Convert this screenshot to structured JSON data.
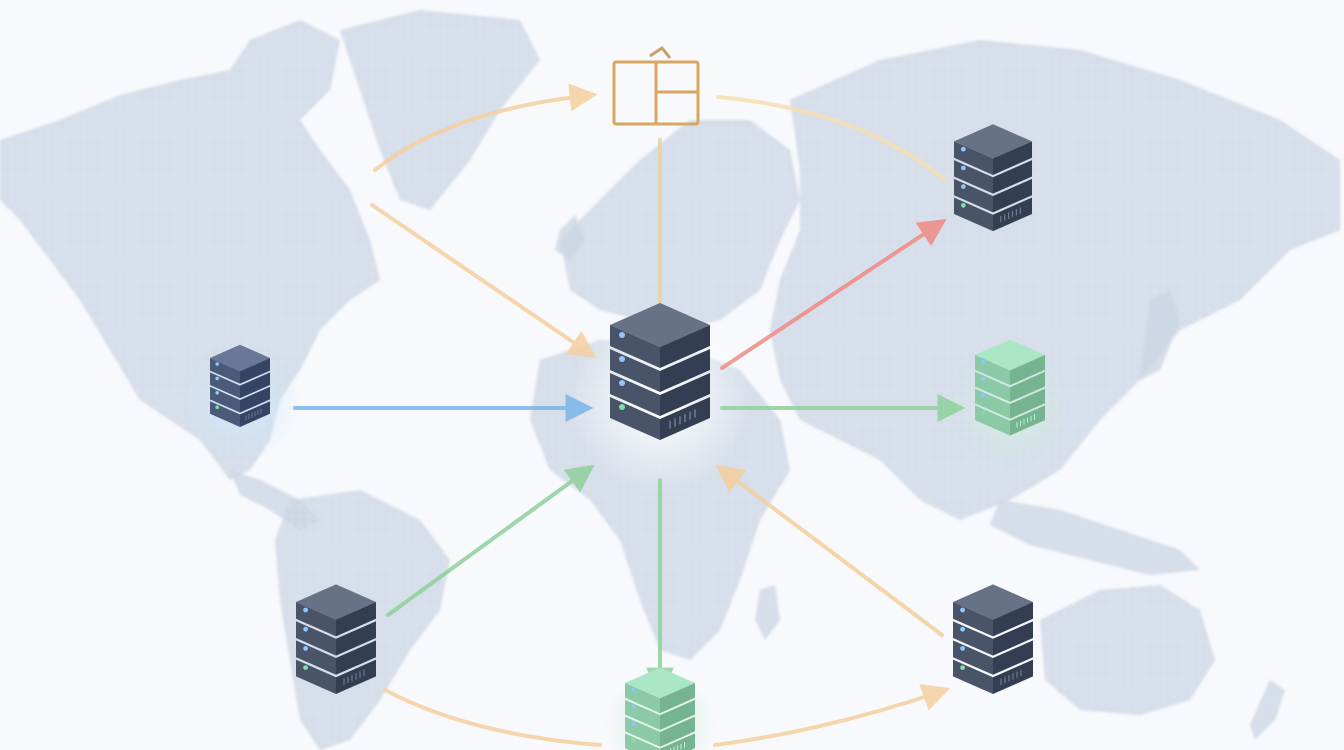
{
  "diagram": {
    "type": "network-topology-on-world-map",
    "background_color": "#f7f9fc",
    "map_color": "#c9d4e3",
    "hub": {
      "id": "hub",
      "icon": "server-rack-icon",
      "color": "#4a5468"
    },
    "nodes": [
      {
        "id": "north-america",
        "icon": "server-rack-icon",
        "color": "#4a5a78",
        "glow": "#a9d3f2"
      },
      {
        "id": "russia",
        "icon": "server-rack-icon",
        "color": "#4a5468"
      },
      {
        "id": "east-asia",
        "icon": "server-rack-icon",
        "color": "#8cc9a7",
        "glow": "#bfe6d2"
      },
      {
        "id": "south-america",
        "icon": "server-rack-icon",
        "color": "#4a5468"
      },
      {
        "id": "australia",
        "icon": "server-rack-icon",
        "color": "#4a5468"
      },
      {
        "id": "south-atlantic",
        "icon": "server-rack-icon",
        "color": "#8cc9a7"
      },
      {
        "id": "arctic-frame",
        "icon": "window-frame-icon",
        "color": "#d9a660"
      }
    ],
    "links": [
      {
        "from": "north-america",
        "to": "hub",
        "color": "#7ab4e8"
      },
      {
        "from": "hub",
        "to": "russia",
        "color": "#ef8a84"
      },
      {
        "from": "hub",
        "to": "east-asia",
        "color": "#8fd19a"
      },
      {
        "from": "south-america",
        "to": "hub",
        "color": "#8fd19a"
      },
      {
        "from": "australia",
        "to": "hub",
        "color": "#f2cf9a"
      },
      {
        "from": "hub",
        "to": "south-atlantic",
        "color": "#8fd19a"
      },
      {
        "from": "north-america-arc",
        "to": "hub",
        "color": "#f5cf9e"
      },
      {
        "from": "north-america-arc",
        "to": "arctic-frame",
        "color": "#f5cf9e"
      },
      {
        "from": "arctic-frame",
        "to": "russia",
        "color": "#f5dfb0"
      },
      {
        "from": "arctic-frame",
        "to": "hub",
        "color": "#e8d2a0"
      },
      {
        "from": "south-america",
        "to": "south-atlantic",
        "color": "#f5cf9e"
      },
      {
        "from": "south-atlantic",
        "to": "australia",
        "color": "#f5cf9e"
      }
    ]
  }
}
